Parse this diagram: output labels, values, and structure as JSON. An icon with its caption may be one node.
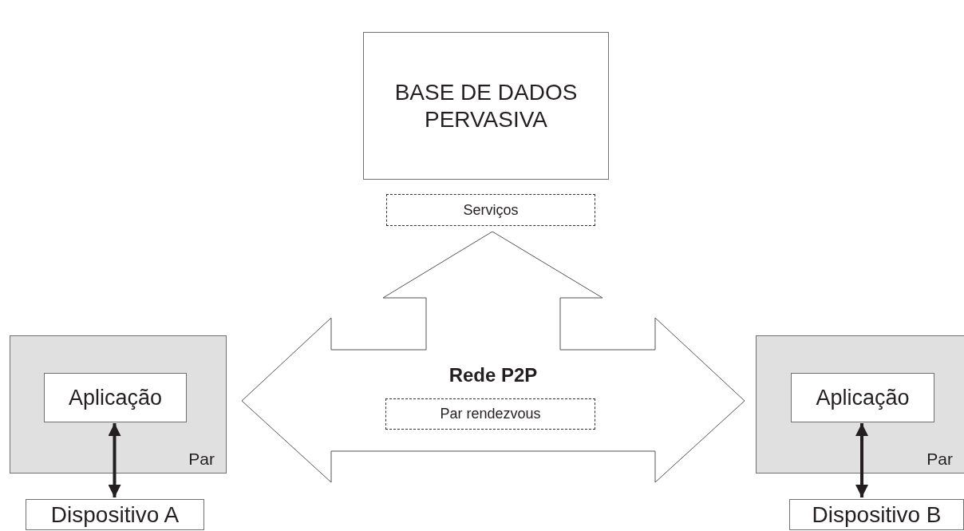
{
  "diagram": {
    "nodes": [
      {
        "text": [
          "BASE DE DADOS PERVASIVA"
        ]
      },
      {
        "text": [
          "Serviços"
        ]
      },
      {
        "text": [
          "Rede P2P"
        ]
      },
      {
        "text": [
          "Par rendezvous"
        ],
        "in": 2
      },
      {
        "text": [
          "Par"
        ]
      },
      {
        "text": [
          "Aplicação"
        ],
        "in": 4
      },
      {
        "text": [
          "Dispositivo A"
        ]
      },
      {
        "text": [
          "Par"
        ]
      },
      {
        "text": [
          "Aplicação"
        ],
        "in": 7
      },
      {
        "text": [
          "Dispositivo B"
        ]
      }
    ],
    "edges": [
      {
        "from": 5,
        "to": 6,
        "arrow": "both"
      },
      {
        "from": 8,
        "to": 9,
        "arrow": "both"
      }
    ]
  }
}
